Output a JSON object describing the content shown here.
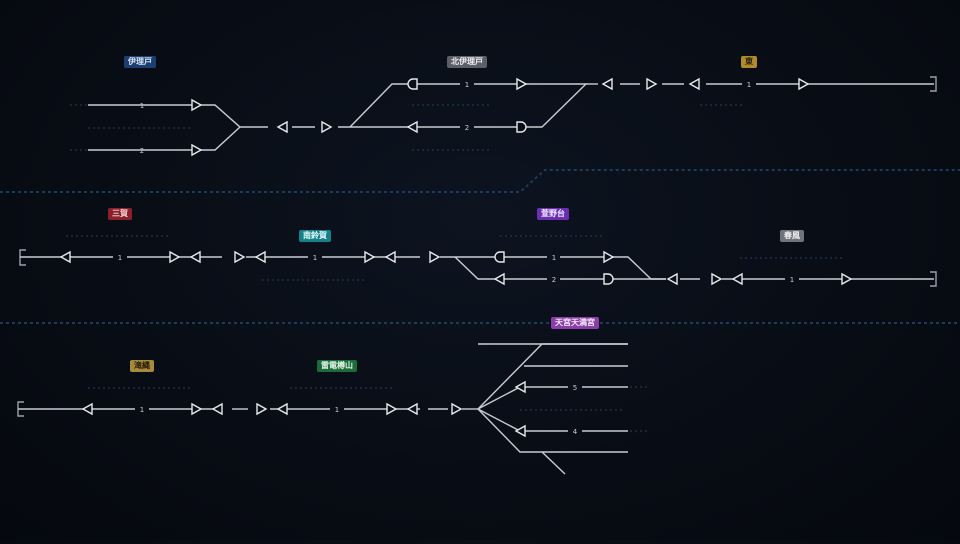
{
  "colors": {
    "station_iyodo": "#1b3f73",
    "station_kitaiyodo": "#5a5f68",
    "station_ue": "#b08a2e",
    "station_sanka": "#8c1f2a",
    "station_minamisuzuka": "#13808a",
    "station_kannodai": "#6a2fb0",
    "station_harukaze": "#6f737b",
    "station_takiba": "#a88a3c",
    "station_kaminari": "#1e6b3a",
    "station_tendai": "#8a3fa8"
  },
  "stations": [
    {
      "id": "iyodo",
      "name": "伊理戸"
    },
    {
      "id": "kitaiyodo",
      "name": "北伊理戸"
    },
    {
      "id": "ue",
      "name": "東"
    },
    {
      "id": "sanka",
      "name": "三賀"
    },
    {
      "id": "minamisuzuka",
      "name": "南鈴賀"
    },
    {
      "id": "kannodai",
      "name": "萱野台"
    },
    {
      "id": "harukaze",
      "name": "春風"
    },
    {
      "id": "takiba",
      "name": "滝縄"
    },
    {
      "id": "kaminari",
      "name": "雷電樽山"
    },
    {
      "id": "tendai",
      "name": "天宮天満宮"
    }
  ],
  "track_numbers": {
    "r1_iyodo_1": "1",
    "r1_iyodo_2": "2",
    "r1_kita_1": "1",
    "r1_kita_2": "2",
    "r1_ue_1": "1",
    "r2_sanka_1": "1",
    "r2_minami_1": "1",
    "r2_kanno_1": "1",
    "r2_kanno_2": "2",
    "r2_haru_1": "1",
    "r3_taki_1": "1",
    "r3_kami_1": "1",
    "r3_ten_5": "5",
    "r3_ten_4": "4"
  }
}
